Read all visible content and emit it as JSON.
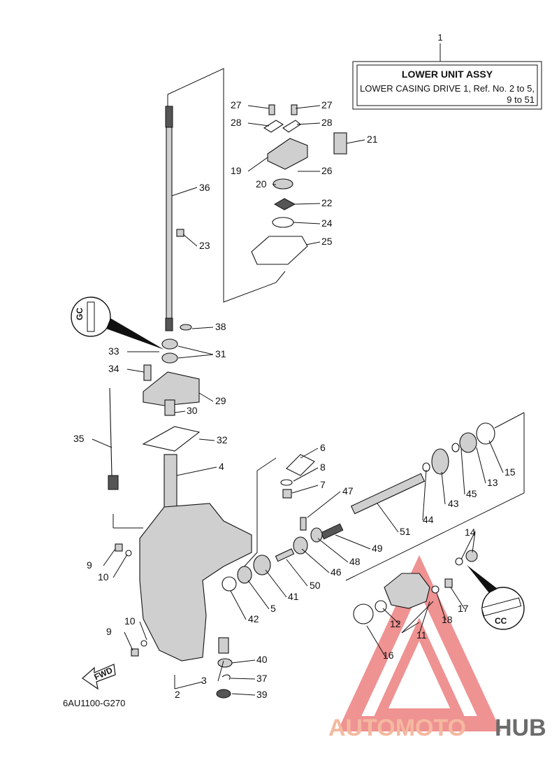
{
  "assembly_box": {
    "ref": "1",
    "title": "LOWER UNIT ASSY",
    "line2": "LOWER CASING DRIVE 1,  Ref. No. 2 to 5,",
    "line3": "9 to 51"
  },
  "labels": [
    "27",
    "27",
    "28",
    "28",
    "21",
    "19",
    "26",
    "20",
    "22",
    "24",
    "25",
    "36",
    "23",
    "38",
    "31",
    "33",
    "34",
    "29",
    "30",
    "35",
    "32",
    "4",
    "6",
    "8",
    "7",
    "47",
    "15",
    "13",
    "45",
    "43",
    "44",
    "51",
    "49",
    "48",
    "46",
    "50",
    "41",
    "5",
    "42",
    "9",
    "10",
    "10",
    "9",
    "14",
    "17",
    "18",
    "12",
    "11",
    "16",
    "40",
    "3",
    "37",
    "2",
    "39"
  ],
  "diagram_code": "6AU1100-G270",
  "fwd_label": "FWD",
  "watermark": {
    "part1": "AUTOMOTO",
    "part2": "HUB"
  },
  "colors": {
    "watermark_accent": "#f08060",
    "watermark_dark": "#6b6b6b",
    "line": "#111111"
  }
}
